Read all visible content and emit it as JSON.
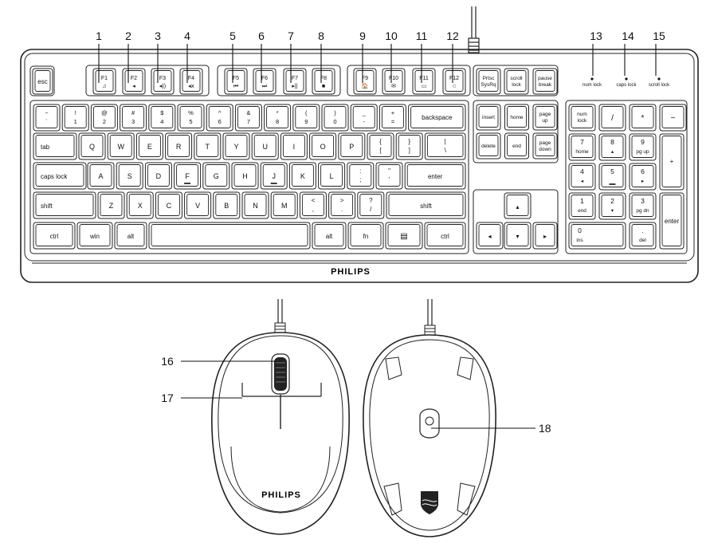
{
  "brand": "PHILIPS",
  "callouts": {
    "top": [
      "1",
      "2",
      "3",
      "4",
      "5",
      "6",
      "7",
      "8",
      "9",
      "10",
      "11",
      "12"
    ],
    "indicators": [
      "13",
      "14",
      "15"
    ],
    "mouse": [
      "16",
      "17",
      "18"
    ]
  },
  "indicator_labels": [
    "num lock",
    "caps lock",
    "scroll lock"
  ],
  "keys": {
    "esc": "esc",
    "f_top": [
      "F1",
      "F2",
      "F3",
      "F4",
      "F5",
      "F6",
      "F7",
      "F8",
      "F9",
      "F10",
      "F11",
      "F12"
    ],
    "f_sub": [
      "♫",
      "◂",
      "◂))",
      "◂ⅹ",
      "⏮",
      "⏭",
      "▸||",
      "■",
      "🏠",
      "✉",
      "▭",
      "☆"
    ],
    "nav_top": [
      [
        "Prtsc",
        "SysRq"
      ],
      [
        "scroll",
        "lock"
      ],
      [
        "pause",
        "break"
      ]
    ],
    "num_row": [
      [
        "~",
        "`"
      ],
      [
        "!",
        "1"
      ],
      [
        "@",
        "2"
      ],
      [
        "#",
        "3"
      ],
      [
        "$",
        "4"
      ],
      [
        "%",
        "5"
      ],
      [
        "^",
        "6"
      ],
      [
        "&",
        "7"
      ],
      [
        "*",
        "8"
      ],
      [
        "(",
        "9"
      ],
      [
        ")",
        "0"
      ],
      [
        "_",
        "-"
      ],
      [
        "+",
        "="
      ]
    ],
    "backspace": "backspace",
    "tab": "tab",
    "q_row": [
      "Q",
      "W",
      "E",
      "R",
      "T",
      "Y",
      "U",
      "I",
      "O",
      "P"
    ],
    "q_brackets": [
      [
        "{",
        "["
      ],
      [
        "}",
        "]"
      ],
      [
        "|",
        "\\"
      ]
    ],
    "caps": "caps lock",
    "a_row": [
      "A",
      "S",
      "D",
      "F",
      "G",
      "H",
      "J",
      "K",
      "L"
    ],
    "a_punct": [
      [
        ":",
        ";"
      ],
      [
        "\"",
        "'"
      ]
    ],
    "enter": "enter",
    "shift": "shift",
    "z_row": [
      "Z",
      "X",
      "C",
      "V",
      "B",
      "N",
      "M"
    ],
    "z_punct": [
      [
        "<",
        ","
      ],
      [
        ">",
        "."
      ],
      [
        "?",
        "/"
      ]
    ],
    "ctrl": "ctrl",
    "win": "win",
    "alt": "alt",
    "fn": "fn",
    "menu": "▤",
    "nav_mid": [
      [
        "insert"
      ],
      [
        "home"
      ],
      [
        "page",
        "up"
      ],
      [
        "delete"
      ],
      [
        "end"
      ],
      [
        "page",
        "down"
      ]
    ],
    "arrows": [
      "▴",
      "◂",
      "▾",
      "▸"
    ],
    "numpad": [
      [
        [
          "num",
          "lock"
        ],
        [
          "/"
        ],
        [
          "*"
        ],
        [
          "−"
        ]
      ],
      [
        [
          "7",
          "home"
        ],
        [
          "8",
          "▴"
        ],
        [
          "9",
          "pg up"
        ]
      ],
      [
        [
          "4",
          "◂"
        ],
        [
          "5",
          ""
        ],
        [
          "6",
          "▸"
        ]
      ],
      [
        [
          "1",
          "end"
        ],
        [
          "2",
          "▾"
        ],
        [
          "3",
          "pg dn"
        ]
      ],
      [
        [
          "0",
          "ins"
        ],
        [
          ".",
          "del"
        ]
      ]
    ],
    "numpad_plus": "+",
    "numpad_enter": "enter"
  }
}
